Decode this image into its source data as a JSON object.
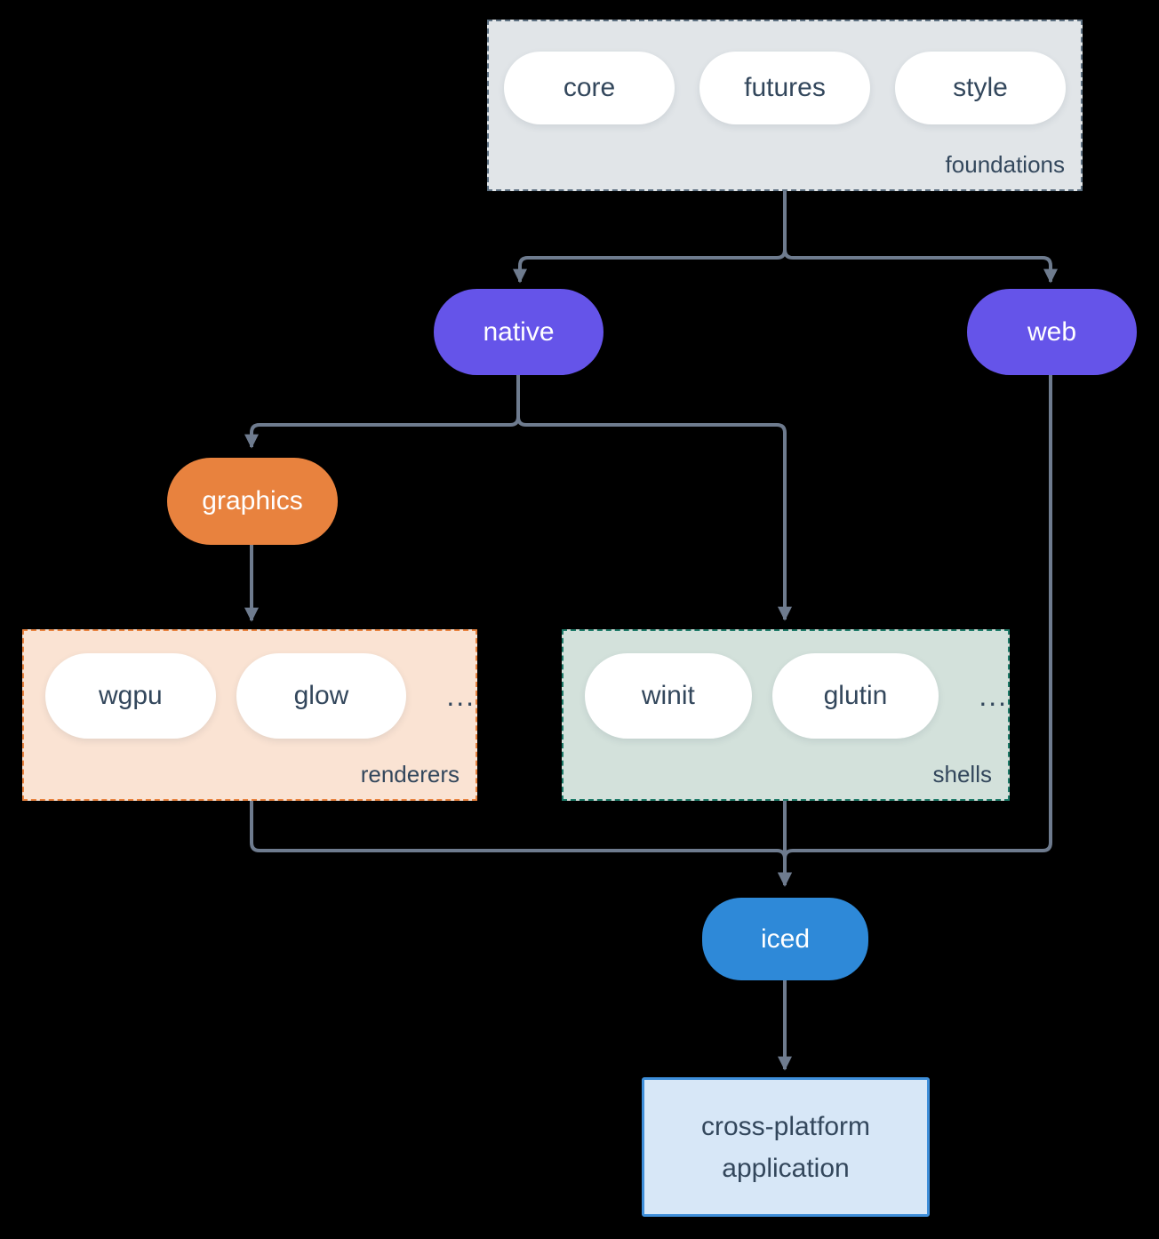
{
  "diagram": {
    "foundations": {
      "label": "foundations",
      "items": [
        {
          "label": "core"
        },
        {
          "label": "futures"
        },
        {
          "label": "style"
        }
      ]
    },
    "native": {
      "label": "native"
    },
    "web": {
      "label": "web"
    },
    "graphics": {
      "label": "graphics"
    },
    "renderers": {
      "label": "renderers",
      "items": [
        {
          "label": "wgpu"
        },
        {
          "label": "glow"
        }
      ],
      "more": "..."
    },
    "shells": {
      "label": "shells",
      "items": [
        {
          "label": "winit"
        },
        {
          "label": "glutin"
        }
      ],
      "more": "..."
    },
    "iced": {
      "label": "iced"
    },
    "application": {
      "label": "cross-platform application"
    }
  },
  "colors": {
    "bg": "#000000",
    "arrow": "#6e7b8e",
    "slate": "#33475c",
    "purple": "#6554e9",
    "orange": "#e8823e",
    "orangeLight": "#fae3d3",
    "tealBorder": "#1d7a68",
    "tealLight": "#d3e1db",
    "grayLight": "#e1e5e8",
    "grayBorder": "#5d7081",
    "blue": "#2e89d8",
    "blueLight": "#d7e7f7",
    "blueBorder": "#3e8ed9",
    "white": "#ffffff"
  }
}
